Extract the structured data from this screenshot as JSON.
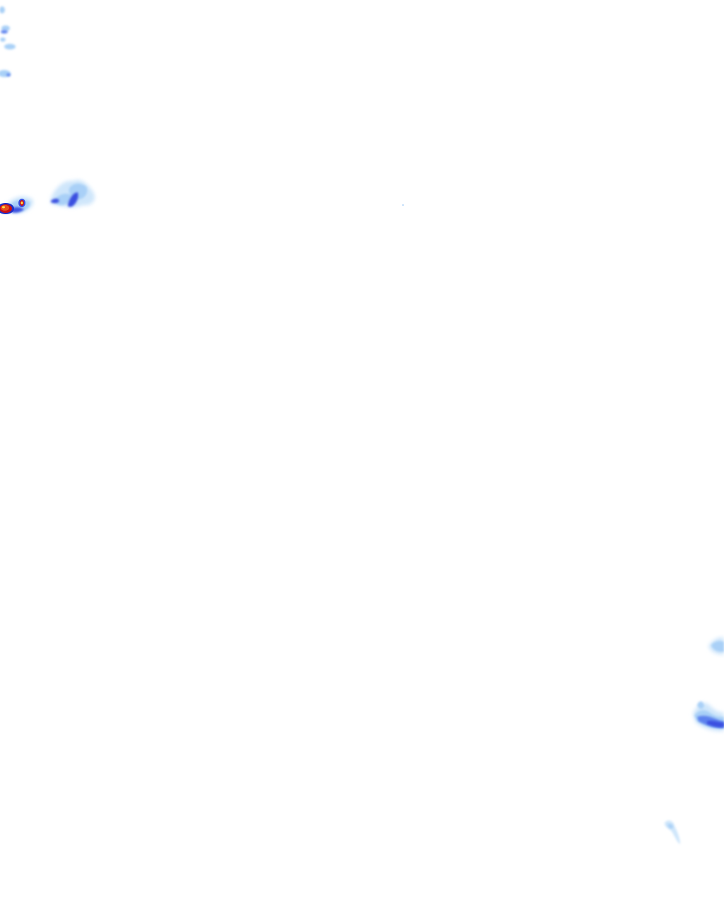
{
  "map": {
    "kind": "precipitation-radar-overlay-tile",
    "background": "#ffffff",
    "legend_visible": false,
    "labels_visible": false,
    "palette": {
      "very_light": "#cfe6fb",
      "light": "#a9d0f7",
      "medium_light": "#7fb3f2",
      "medium": "#5d82ee",
      "heavy": "#3b4fe0",
      "very_heavy": "#1f2fc8",
      "intense": "#e8501a",
      "extreme": "#c8101a",
      "peak": "#ffe24a"
    },
    "precipitation_cells": [
      {
        "name": "cell-top-left-edge",
        "intensity": "light"
      },
      {
        "name": "cell-left-core",
        "intensity": "extreme"
      },
      {
        "name": "cell-left-small-core",
        "intensity": "intense"
      },
      {
        "name": "cell-left-center",
        "intensity": "heavy"
      },
      {
        "name": "cell-right-upper",
        "intensity": "light"
      },
      {
        "name": "cell-right-band",
        "intensity": "heavy"
      },
      {
        "name": "cell-right-lower",
        "intensity": "very_light"
      }
    ]
  }
}
